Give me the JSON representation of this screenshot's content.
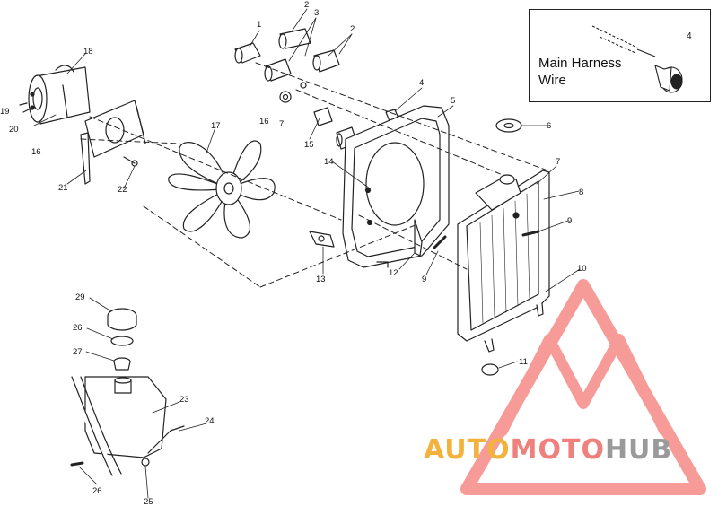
{
  "inset": {
    "line1": "Main Harness",
    "line2": "Wire",
    "callout": "4"
  },
  "callouts": {
    "c1": "1",
    "c2a": "2",
    "c2b": "2",
    "c3": "3",
    "c4": "4",
    "c5": "5",
    "c6": "6",
    "c7a": "7",
    "c7b": "7",
    "c8": "8",
    "c9a": "9",
    "c9b": "9",
    "c10": "10",
    "c11": "11",
    "c12": "12",
    "c13": "13",
    "c14": "14",
    "c15": "15",
    "c16a": "16",
    "c16b": "16",
    "c17": "17",
    "c18": "18",
    "c19": "19",
    "c20": "20",
    "c21": "21",
    "c22": "22",
    "c23": "23",
    "c24": "24",
    "c25": "25",
    "c26": "26",
    "c26b": "26",
    "c27": "27",
    "c29": "29"
  },
  "watermark": {
    "part1": "AUTO",
    "part2": "MOTO",
    "part3": "HUB",
    "color_auto": "#f2b23c",
    "color_moto": "#f0807c",
    "color_hub": "#9a9a9a"
  }
}
